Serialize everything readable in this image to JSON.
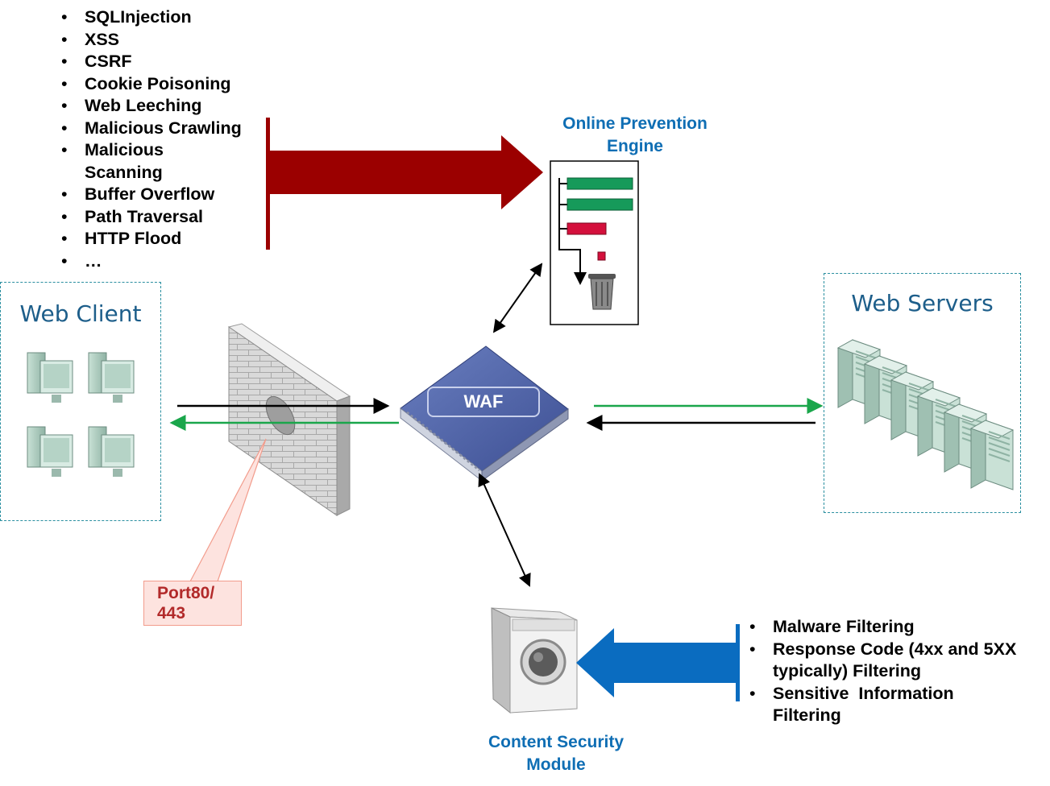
{
  "attacks": [
    "SQLInjection",
    "XSS",
    "CSRF",
    "Cookie Poisoning",
    "Web Leeching",
    "Malicious Crawling",
    "Malicious Scanning",
    "Buffer Overflow",
    "Path Traversal",
    "HTTP Flood",
    "…"
  ],
  "online_prevention_engine": {
    "title_line1": "Online Prevention",
    "title_line2": "Engine"
  },
  "web_client": {
    "title": "Web Client"
  },
  "web_servers": {
    "title": "Web Servers"
  },
  "waf": {
    "label": "WAF"
  },
  "port_callout": {
    "line1": "Port80/",
    "line2": "443"
  },
  "content_security_module": {
    "title_line1": "Content Security",
    "title_line2": "Module"
  },
  "filters": [
    "Malware Filtering",
    "Response Code (4xx and 5XX typically) Filtering",
    "Sensitive  Information Filtering"
  ],
  "colors": {
    "attack_arrow": "#9b0000",
    "filter_arrow": "#0a6cc0",
    "response_arrow": "#1aa64b",
    "title_blue": "#0f6eb4",
    "callout_red": "#b22a2a"
  }
}
